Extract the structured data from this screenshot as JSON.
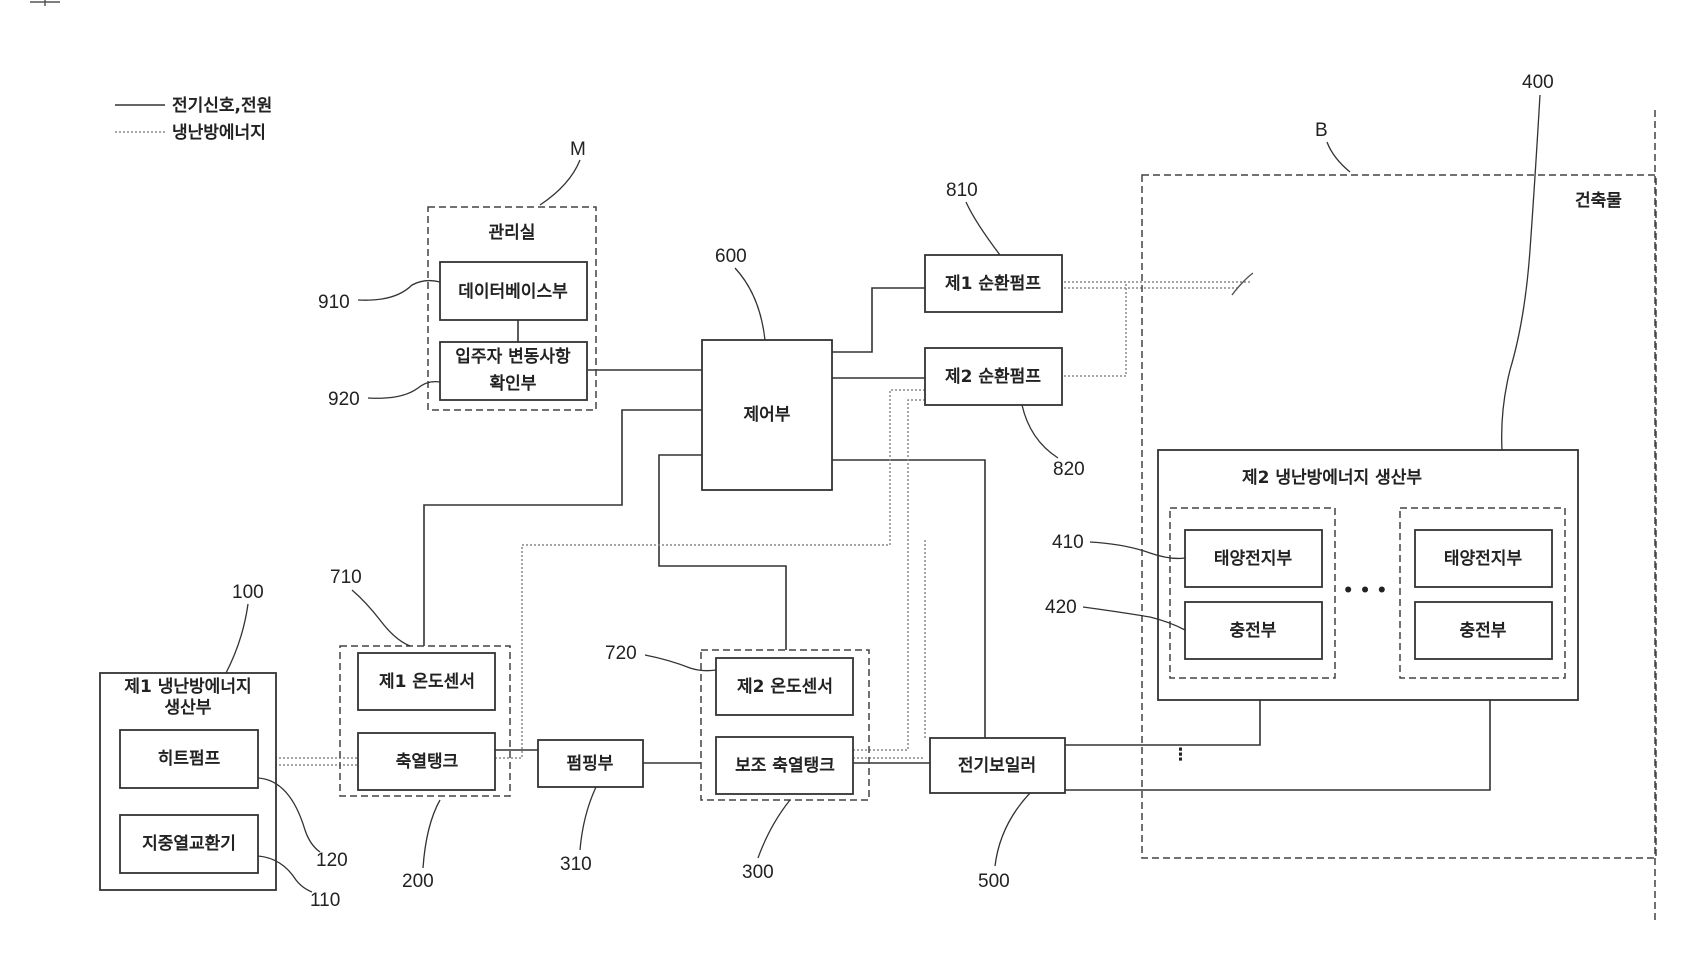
{
  "legend": {
    "signal": "전기신호,전원",
    "energy": "냉난방에너지"
  },
  "building": {
    "label": "건축물",
    "ref": "B"
  },
  "management": {
    "ref": "M",
    "title": "관리실",
    "database": "데이터베이스부",
    "tenant_line1": "입주자 변동사항",
    "tenant_line2": "확인부",
    "ref_database": "910",
    "ref_tenant": "920"
  },
  "control": {
    "label": "제어부",
    "ref": "600"
  },
  "pumps": {
    "pump1": "제1 순환펌프",
    "ref1": "810",
    "pump2": "제2 순환펌프",
    "ref2": "820"
  },
  "first_producer": {
    "line1": "제1 냉난방에너지",
    "line2": "생산부",
    "ref": "100",
    "heat_pump": "히트펌프",
    "ref_heat_pump": "120",
    "geo_exchanger": "지중열교환기",
    "ref_geo": "110"
  },
  "storage": {
    "sensor1": "제1 온도센서",
    "ref_sensor1": "710",
    "tank": "축열탱크",
    "ref_tank": "200",
    "pumping": "펌핑부",
    "ref_pumping": "310",
    "sensor2": "제2 온도센서",
    "ref_sensor2": "720",
    "aux_tank": "보조 축열탱크",
    "ref_aux": "300"
  },
  "boiler": {
    "label": "전기보일러",
    "ref": "500"
  },
  "second_producer": {
    "title": "제2 냉난방에너지 생산부",
    "ref": "400",
    "solar_a": "태양전지부",
    "charge_a": "충전부",
    "solar_b": "태양전지부",
    "charge_b": "충전부",
    "ellipsis": "• • •",
    "ref_solar": "410",
    "ref_charge": "420"
  }
}
